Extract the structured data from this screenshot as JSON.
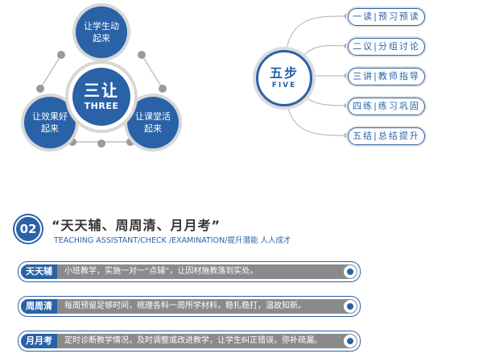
{
  "three": {
    "center_main": "三让",
    "center_sub": "THREE",
    "top": "让学生动起来",
    "left": "让效果好起来",
    "right": "让课堂活起来"
  },
  "five": {
    "main": "五步",
    "sub": "FIVE",
    "steps": [
      "一读|预习预读",
      "二议|分组讨论",
      "三讲|教师指导",
      "四练|练习巩固",
      "五结|总结提升"
    ]
  },
  "section": {
    "number": "02",
    "title": "“天天辅、周周清、月月考”",
    "subtitle": "TEACHING ASSISTANT/CHECK /EXAMINATION/提升潜能  人人成才"
  },
  "bars": [
    {
      "tag": "天天辅",
      "desc": "小班教学，实施一对一“点辅”，让因材施教落到实处。"
    },
    {
      "tag": "周周清",
      "desc": "每周预留足够时间，梳理各科一周所学材料，稳扎稳打，温故知新。"
    },
    {
      "tag": "月月考",
      "desc": "定时诊断教学情况，及时调整或改进教学，让学生纠正错误，弥补疏漏。"
    }
  ],
  "colors": {
    "accent": "#2a62a8",
    "gray": "#8a8a8a"
  }
}
